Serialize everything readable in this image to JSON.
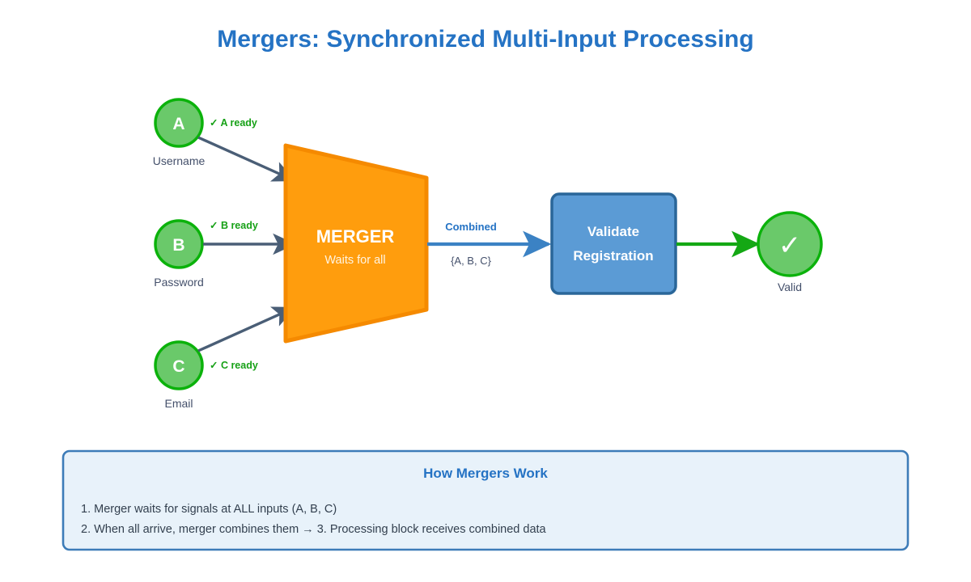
{
  "title": "Mergers: Synchronized Multi-Input Processing",
  "colors": {
    "title_blue": "#2573c4",
    "node_fill_green": "#6ac96a",
    "node_stroke_green": "#0bb20b",
    "ready_green": "#17a117",
    "merger_fill": "#ff9d0d",
    "merger_stroke": "#f58a00",
    "arrow_slate": "#4a5e76",
    "arrow_blue": "#3b82c4",
    "arrow_green": "#14a814",
    "process_fill": "#5b9bd5",
    "process_stroke": "#2a6699",
    "caption_slate": "#44506b",
    "legend_bg": "#e8f2fa",
    "legend_border": "#3d7cb8"
  },
  "inputs": [
    {
      "letter": "A",
      "caption": "Username",
      "ready_label": "✓ A ready"
    },
    {
      "letter": "B",
      "caption": "Password",
      "ready_label": "✓ B ready"
    },
    {
      "letter": "C",
      "caption": "Email",
      "ready_label": "✓ C ready"
    }
  ],
  "merger": {
    "title": "MERGER",
    "subtitle": "Waits for all"
  },
  "combined_edge": {
    "label_top": "Combined",
    "label_bottom": "{A, B, C}"
  },
  "process": {
    "line1": "Validate",
    "line2": "Registration"
  },
  "output": {
    "glyph": "✓",
    "caption": "Valid"
  },
  "legend": {
    "heading": "How Mergers Work",
    "lines": [
      "1. Merger waits for signals at ALL inputs (A, B, C)",
      "2. When all arrive, merger combines them → 3. Processing block receives combined data"
    ]
  }
}
